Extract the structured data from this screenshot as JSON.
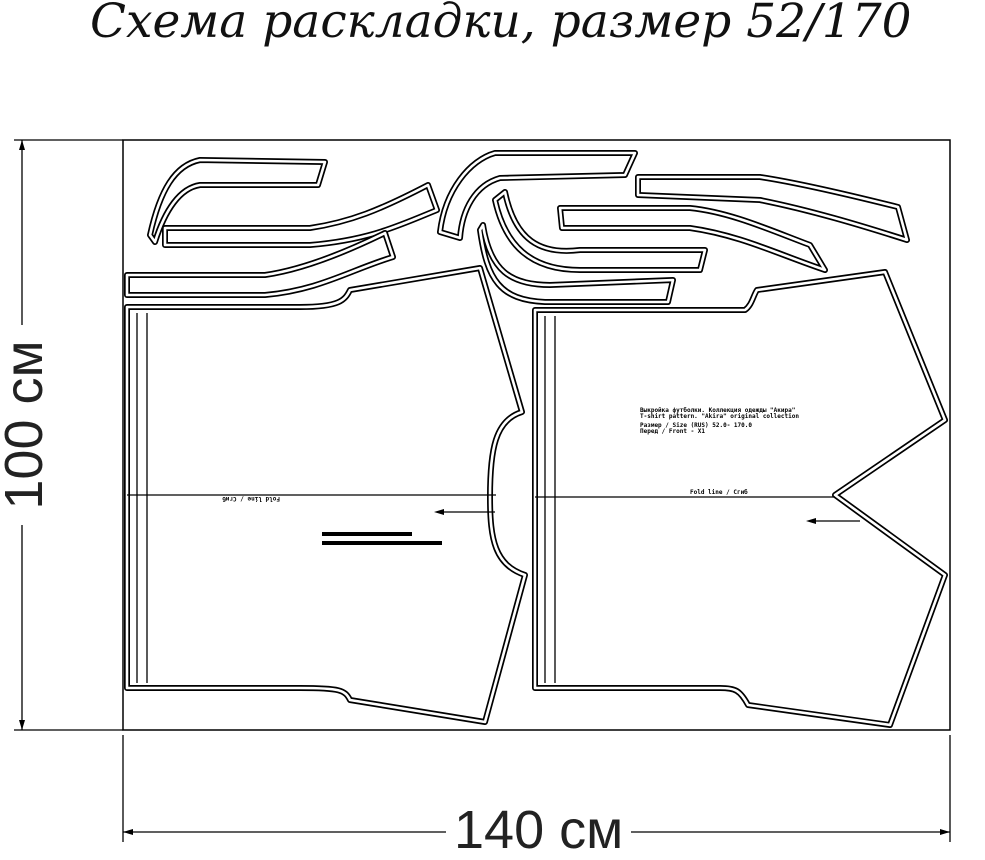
{
  "title": "Схема раскладки, размер 52/170",
  "dimensions": {
    "width_label": "140 см",
    "height_label": "100 см"
  },
  "front_piece": {
    "line1": "Выкройка футболки. Коллекция одежды \"Акира\"",
    "line2": "T-shirt pattern. \"Akira\" original collection",
    "line3": "Размер / Size (RUS)   52.0- 170.0",
    "line4": "Перед / Front - X1",
    "fold": "Fold line / Сгиб"
  },
  "back_piece": {
    "fold": "Fold line / Сгиб"
  }
}
